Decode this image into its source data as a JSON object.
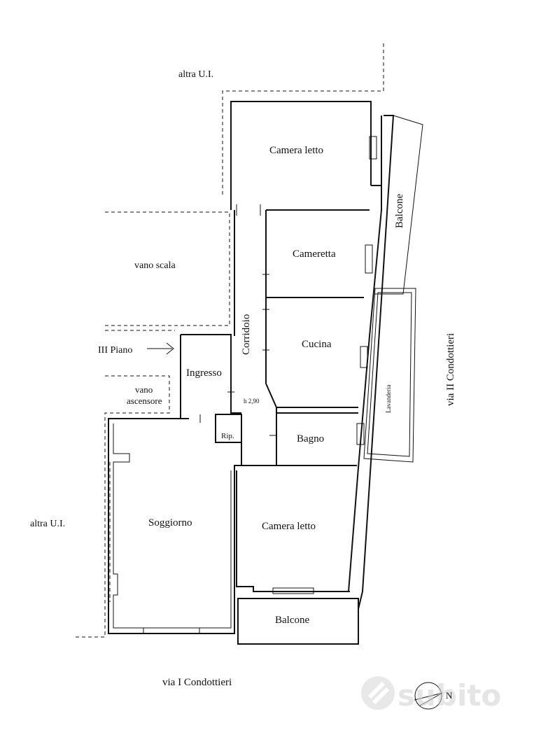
{
  "labels": {
    "altra_ui_top": "altra U.I.",
    "altra_ui_left": "altra U.I.",
    "camera_letto_top": "Camera letto",
    "cameretta": "Cameretta",
    "vano_scala": "vano scala",
    "corridoio": "Corridoio",
    "cucina": "Cucina",
    "iii_piano": "III Piano",
    "ingresso": "Ingresso",
    "vano": "vano",
    "ascensore": "ascensore",
    "height": "h 2,90",
    "rip": "Rip.",
    "bagno": "Bagno",
    "soggiorno": "Soggiorno",
    "camera_letto_bottom": "Camera letto",
    "balcone_bottom": "Balcone",
    "balcone_right": "Balcone",
    "lavanderia": "Lavanderia",
    "via_ii": "via II Condottieri",
    "via_i": "via I Condottieri",
    "north": "N"
  },
  "watermark": {
    "text": "subito",
    "color": "#d0d0d0",
    "icon": "subito-logo-icon"
  },
  "compass": {
    "icon": "compass-north-icon"
  }
}
